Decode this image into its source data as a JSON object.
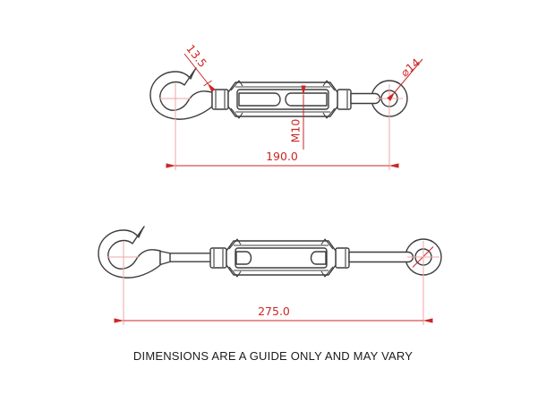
{
  "drawing": {
    "title_implicit": "Hook and eye turnbuckle technical drawing, closed and extended views",
    "annotations": {
      "hook_opening": {
        "label": "13.5"
      },
      "eye_diameter": {
        "label": "⌀14"
      },
      "thread_size": {
        "label": "M10"
      },
      "overall_length_closed": {
        "label": "190.0"
      },
      "overall_length_extended": {
        "label": "275.0"
      }
    },
    "footer": {
      "note": "DIMENSIONS ARE A GUIDE ONLY AND MAY VARY"
    },
    "colors": {
      "outline": "#3d3d3d",
      "dimension_red": "#cc2626",
      "centerline_pink": "#f0a6a6",
      "background": "#ffffff",
      "footer_text": "#1c1c1c"
    }
  }
}
